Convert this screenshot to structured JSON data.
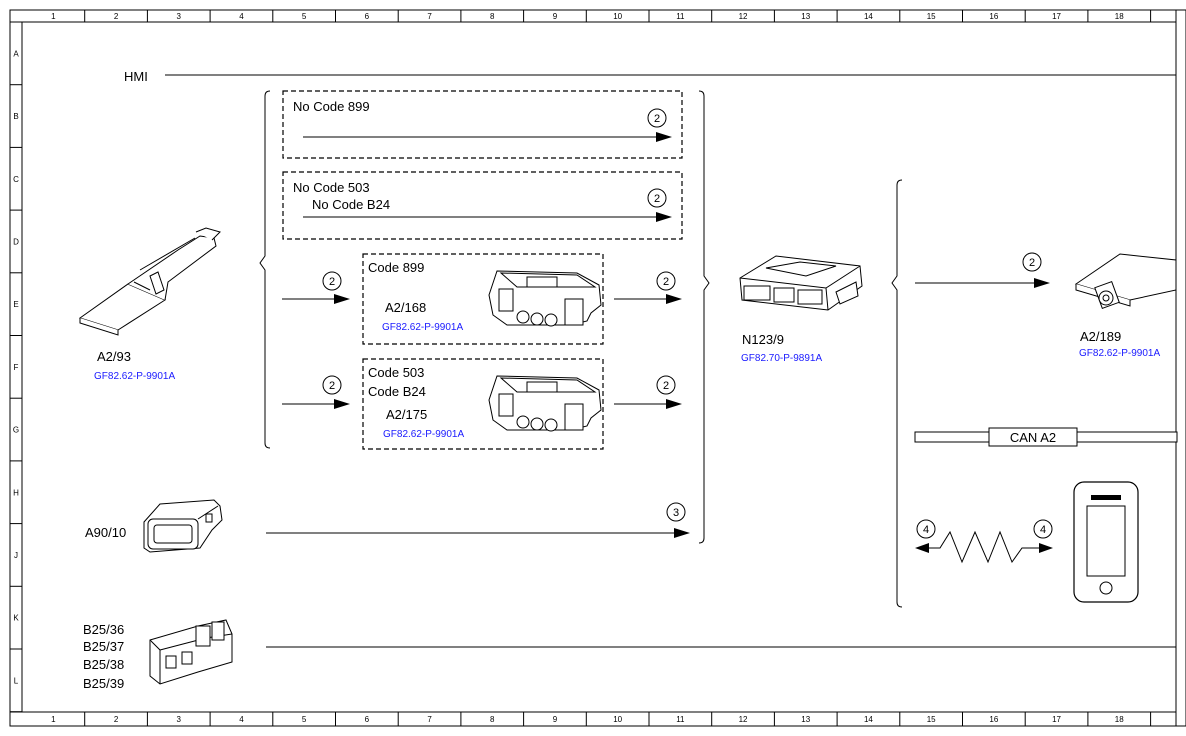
{
  "grid": {
    "columns": [
      "1",
      "2",
      "3",
      "4",
      "5",
      "6",
      "7",
      "8",
      "9",
      "10",
      "11",
      "12",
      "13",
      "14",
      "15",
      "16",
      "17",
      "18"
    ],
    "rows": [
      "A",
      "B",
      "C",
      "D",
      "E",
      "F",
      "G",
      "H",
      "J",
      "K",
      "L"
    ]
  },
  "hmi_label": "HMI",
  "groups": {
    "no_code_899": "No  Code 899",
    "no_code_503": "No  Code 503",
    "no_code_b24": "No  Code B24",
    "code_899": "Code 899",
    "code_503": "Code 503",
    "code_b24": "Code B24"
  },
  "components": {
    "a2_93": {
      "label": "A2/93",
      "ref": "GF82.62-P-9901A"
    },
    "a2_168": {
      "label": "A2/168",
      "ref": "GF82.62-P-9901A"
    },
    "a2_175": {
      "label": "A2/175",
      "ref": "GF82.62-P-9901A"
    },
    "n123_9": {
      "label": "N123/9",
      "ref": "GF82.70-P-9891A"
    },
    "a2_189": {
      "label": "A2/189",
      "ref": "GF82.62-P-9901A"
    },
    "a90_10": {
      "label": "A90/10"
    },
    "b25": {
      "labels": [
        "B25/36",
        "B25/37",
        "B25/38",
        "B25/39"
      ]
    }
  },
  "can_label": "CAN A2",
  "markers": {
    "two": "2",
    "three": "3",
    "four": "4"
  },
  "colors": {
    "line": "#000000",
    "reference": "#1a1aff"
  }
}
